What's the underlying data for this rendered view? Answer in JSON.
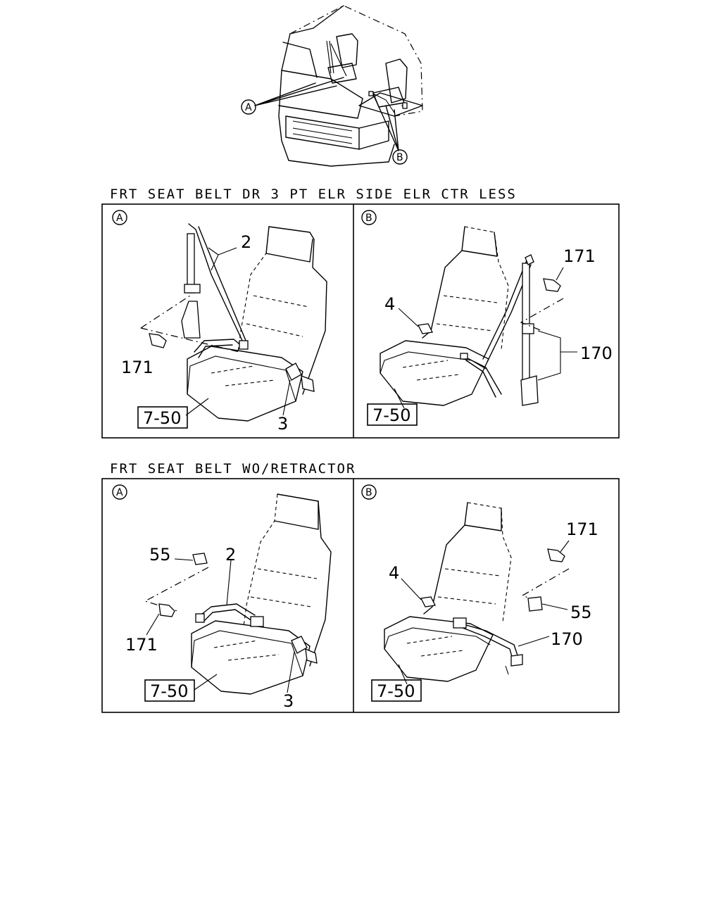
{
  "overview": {
    "callout_a": "A",
    "callout_b": "B"
  },
  "sections": [
    {
      "title": "FRT SEAT BELT DR 3 PT ELR SIDE ELR CTR LESS",
      "panel_a": {
        "marker": "A",
        "labels": {
          "belt": "2",
          "bolt": "171",
          "buckle": "3",
          "ref": "7-50"
        }
      },
      "panel_b": {
        "marker": "B",
        "labels": {
          "bolt": "171",
          "buckle": "4",
          "belt": "170",
          "ref": "7-50"
        }
      }
    },
    {
      "title": "FRT SEAT BELT WO/RETRACTOR",
      "panel_a": {
        "marker": "A",
        "labels": {
          "clip": "55",
          "belt": "2",
          "bolt": "171",
          "buckle": "3",
          "ref": "7-50"
        }
      },
      "panel_b": {
        "marker": "B",
        "labels": {
          "bolt": "171",
          "buckle": "4",
          "clip": "55",
          "belt": "170",
          "ref": "7-50"
        }
      }
    }
  ]
}
